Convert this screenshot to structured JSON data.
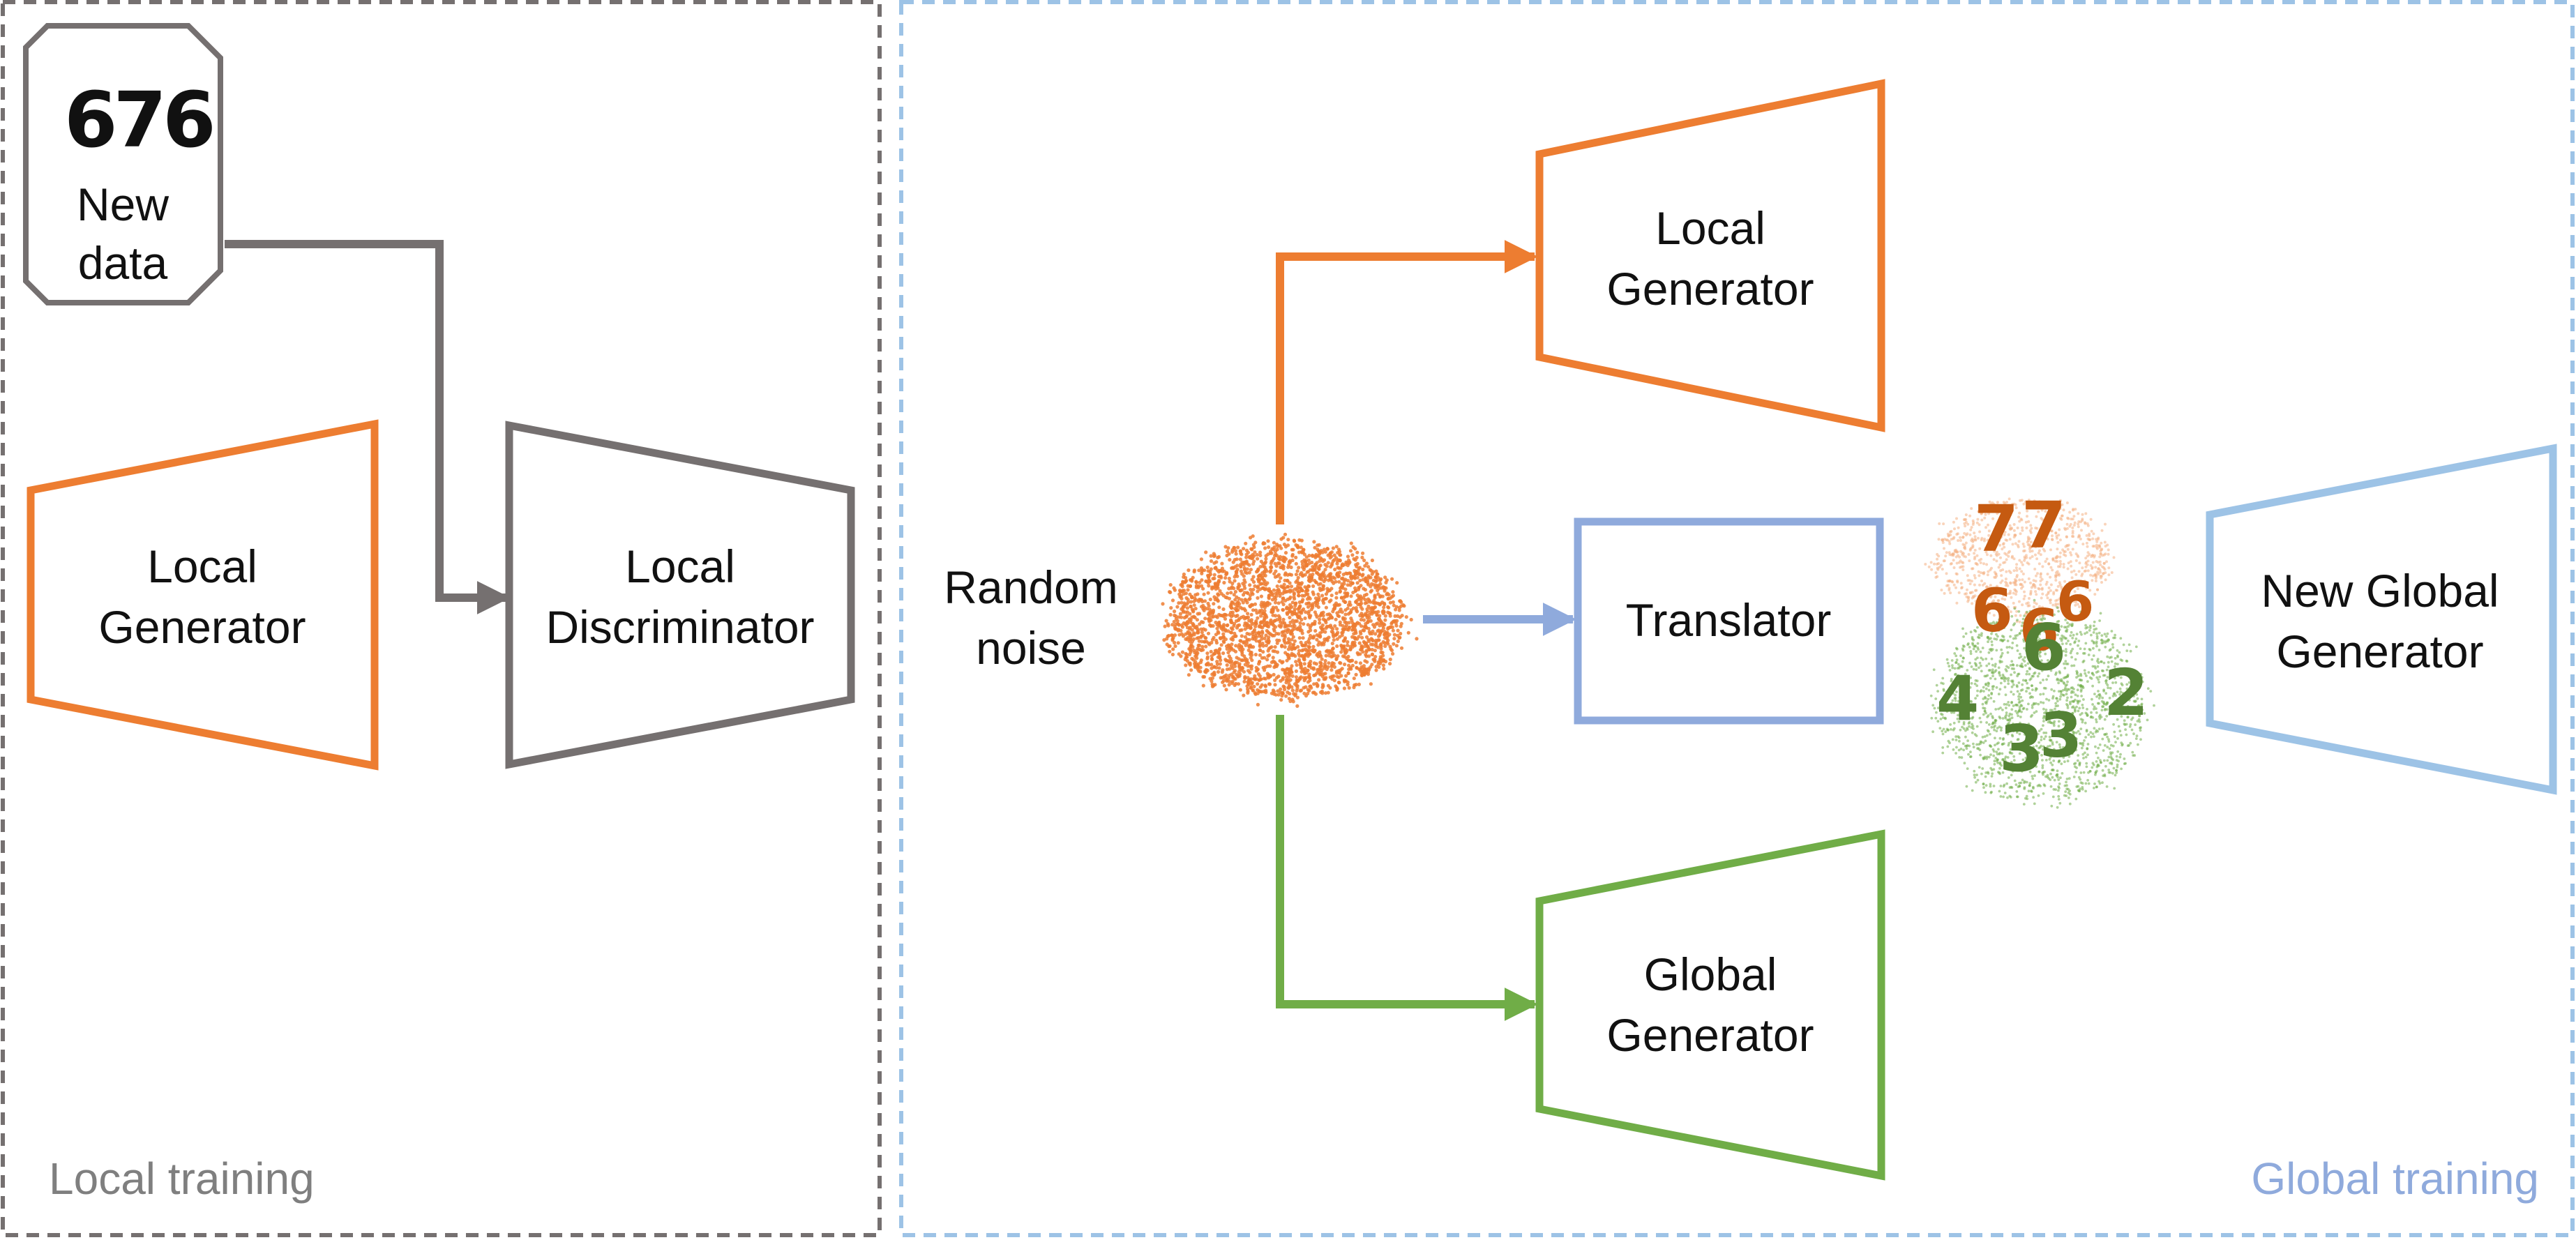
{
  "colors": {
    "orange": "#ED7D31",
    "gray": "#757070",
    "green": "#70AD47",
    "blue": "#8FAADC",
    "light_blue": "#9DC3E6",
    "label_gray": "#7F7F7F",
    "label_blue": "#8FAADC",
    "orange_digit": "#C55A11",
    "green_digit": "#548235"
  },
  "regions": {
    "local": {
      "label": "Local training"
    },
    "global": {
      "label": "Global training"
    }
  },
  "new_data": {
    "label_line1": "New",
    "label_line2": "data",
    "digits": "676"
  },
  "local": {
    "generator": {
      "line1": "Local",
      "line2": "Generator"
    },
    "discriminator": {
      "line1": "Local",
      "line2": "Discriminator"
    }
  },
  "global": {
    "noise": {
      "line1": "Random",
      "line2": "noise"
    },
    "local_generator": {
      "line1": "Local",
      "line2": "Generator"
    },
    "translator": {
      "label": "Translator"
    },
    "global_generator": {
      "line1": "Global",
      "line2": "Generator"
    },
    "new_global_generator": {
      "line1": "New Global",
      "line2": "Generator"
    }
  },
  "samples": {
    "orange_digits": [
      "7",
      "7",
      "6",
      "6",
      "6"
    ],
    "green_digits": [
      "6",
      "4",
      "3",
      "3",
      "2"
    ]
  }
}
